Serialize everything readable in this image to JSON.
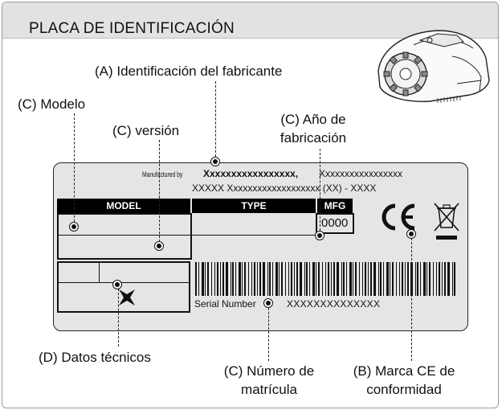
{
  "header": {
    "title": "PLACA DE IDENTIFICACIÓN"
  },
  "callouts": {
    "manufacturer": "(A) Identificación del fabricante",
    "model": "(C) Modelo",
    "version": "(C) versión",
    "year_line1": "(C) Año de",
    "year_line2": "fabricación",
    "technical": "(D) Datos técnicos",
    "serial_line1": "(C) Número de",
    "serial_line2": "matrícula",
    "ce_line1": "(B) Marca CE de",
    "ce_line2": "conformidad"
  },
  "plate": {
    "manufactured_by": "Manufactured by",
    "manufacturer_name": "Xxxxxxxxxxxxxxxxx,",
    "manufacturer_address1": "Xxxxxxxxxxxxxxxxx",
    "manufacturer_address2": "XXXXX Xxxxxxxxxxxxxxxxxxx (XX) - XXXX",
    "model_header": "MODEL",
    "type_header": "TYPE",
    "mfg_header": "MFG",
    "mfg_value": "0000",
    "ce_mark": "CE",
    "serial_label": "Serial Number",
    "serial_value": "XXXXXXXXXXXXXX"
  },
  "icons": [
    "robot-mower-icon",
    "crossed-bin-weee-icon",
    "ce-mark-icon",
    "technical-symbol-icon",
    "barcode-icon"
  ]
}
